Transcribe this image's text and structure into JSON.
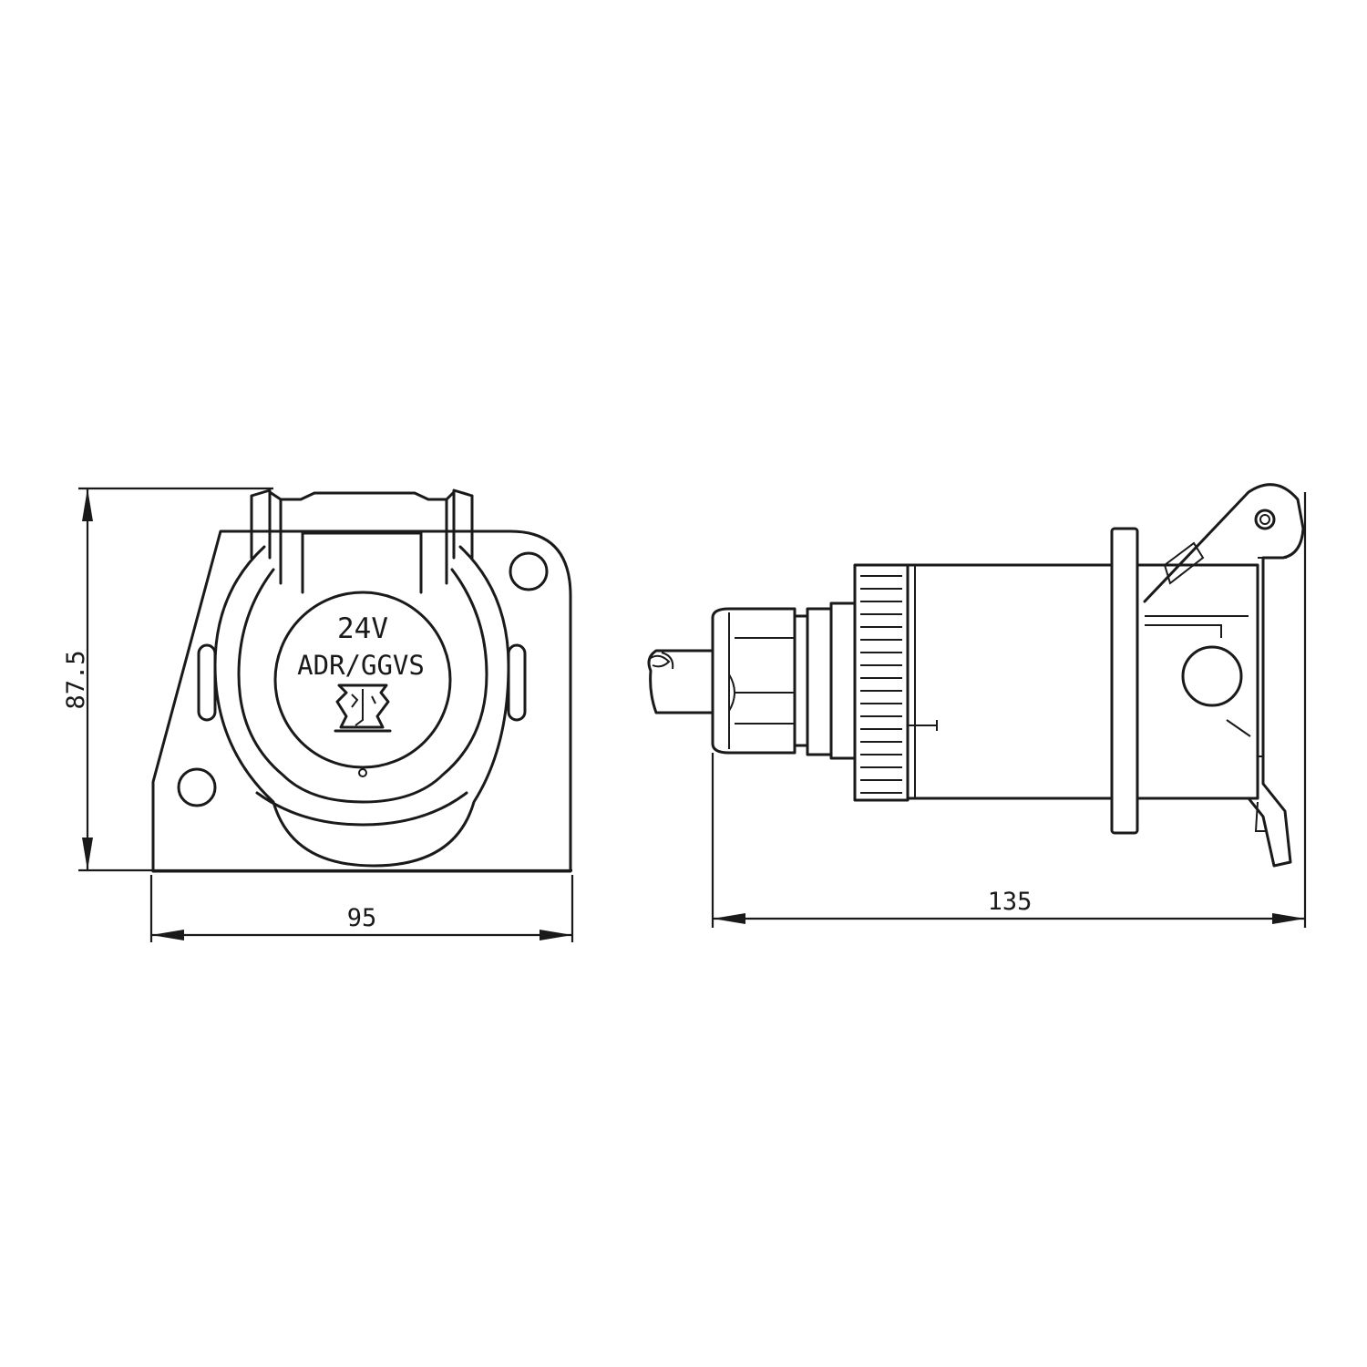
{
  "front_view": {
    "cap_voltage": "24V",
    "cap_standard": "ADR/GGVS",
    "cap_emblem_icon": "adr-pictogram-icon"
  },
  "dimensions": {
    "height": "87.5",
    "width": "95",
    "length": "135"
  },
  "colors": {
    "line": "#1a1a1a",
    "background": "#ffffff"
  }
}
